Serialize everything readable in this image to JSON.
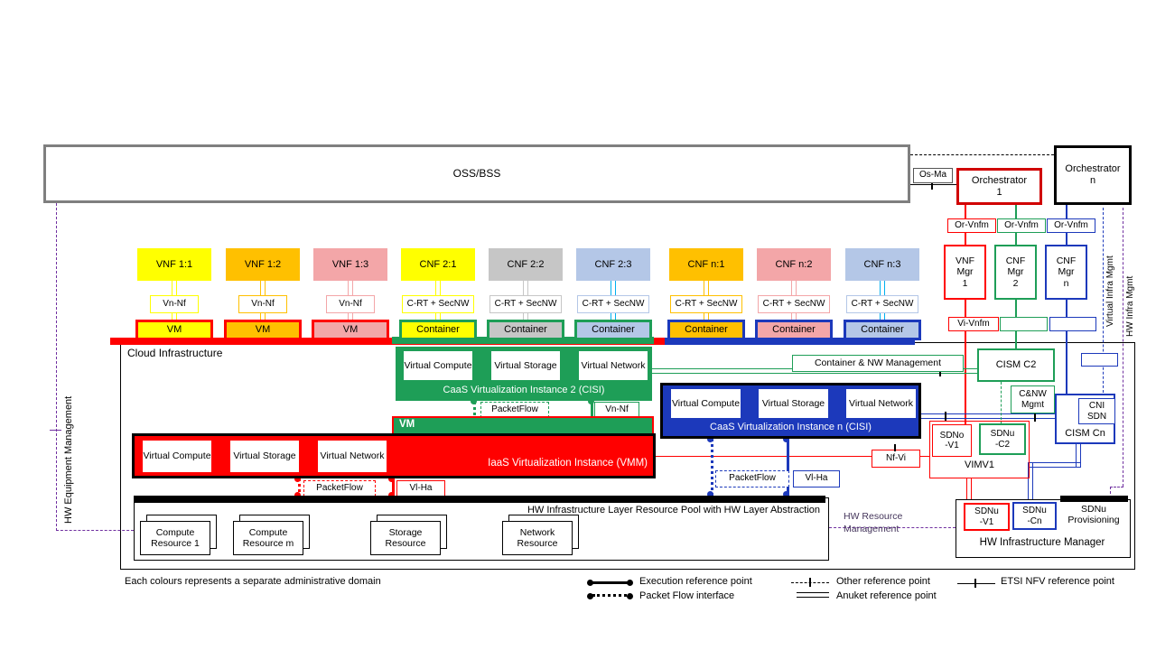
{
  "colors": {
    "red": "#FF0000",
    "orchestrator1_border": "#D00000",
    "green": "#1E9E57",
    "blue": "#1C39BB",
    "cyan": "#00B0F0",
    "purple": "#7030A0",
    "yellow": "#FFFF00",
    "orange": "#FFC000",
    "pink": "#F3A6A8",
    "gray": "#C6C6C6",
    "lightblue": "#B4C7E7",
    "oss_border": "#7F7F7F"
  },
  "top": {
    "oss": "OSS/BSS",
    "os_ma": "Os-Ma",
    "orch1": {
      "l1": "Orchestrator",
      "l2": "1"
    },
    "orchn": {
      "l1": "Orchestrator",
      "l2": "n"
    }
  },
  "or_vnfm": [
    "Or-Vnfm",
    "Or-Vnfm",
    "Or-Vnfm"
  ],
  "managers": [
    {
      "l1": "VNF",
      "l2": "Mgr",
      "l3": "1"
    },
    {
      "l1": "CNF",
      "l2": "Mgr",
      "l3": "2"
    },
    {
      "l1": "CNF",
      "l2": "Mgr",
      "l3": "n"
    }
  ],
  "vi_vnfm": "Vi-Vnfm",
  "rotated": {
    "left": "HW Equipment Management",
    "virtual_infra": "Virtual Infra Mgmt",
    "hw_infra": "HW Infra Mgmt"
  },
  "columns": [
    {
      "nf": "VNF 1:1",
      "ref": "Vn-Nf",
      "unit": "VM"
    },
    {
      "nf": "VNF 1:2",
      "ref": "Vn-Nf",
      "unit": "VM"
    },
    {
      "nf": "VNF 1:3",
      "ref": "Vn-Nf",
      "unit": "VM"
    },
    {
      "nf": "CNF 2:1",
      "ref": "C-RT + SecNW",
      "unit": "Container"
    },
    {
      "nf": "CNF 2:2",
      "ref": "C-RT + SecNW",
      "unit": "Container"
    },
    {
      "nf": "CNF 2:3",
      "ref": "C-RT + SecNW",
      "unit": "Container"
    },
    {
      "nf": "CNF n:1",
      "ref": "C-RT + SecNW",
      "unit": "Container"
    },
    {
      "nf": "CNF n:2",
      "ref": "C-RT + SecNW",
      "unit": "Container"
    },
    {
      "nf": "CNF n:3",
      "ref": "C-RT + SecNW",
      "unit": "Container"
    }
  ],
  "cloud": {
    "title": "Cloud Infrastructure"
  },
  "caas2": {
    "vc": "Virtual Compute",
    "vs": "Virtual Storage",
    "vn": "Virtual Network",
    "label": "CaaS Virtualization Instance 2 (CISI)",
    "packetflow": "PacketFlow",
    "vn_nf": "Vn-Nf"
  },
  "vm_bar": "VM",
  "iaas": {
    "vc": "Virtual Compute",
    "vs": "Virtual Storage",
    "vn": "Virtual Network",
    "label": "IaaS Virtualization Instance (VMM)",
    "packetflow": "PacketFlow",
    "vl_ha": "Vl-Ha"
  },
  "caasn": {
    "vc": "Virtual Compute",
    "vs": "Virtual Storage",
    "vn": "Virtual Network",
    "label": "CaaS Virtualization Instance n (CISI)",
    "packetflow": "PacketFlow",
    "vl_ha": "Vl-Ha"
  },
  "container_nw": "Container & NW Management",
  "nf_vi": "Nf-Vi",
  "right": {
    "cism_c2": "CISM C2",
    "cnw_mgmt": {
      "l1": "C&NW",
      "l2": "Mgmt"
    },
    "cism_cn": "CISM Cn",
    "cni_sdn": {
      "l1": "CNI",
      "l2": "SDN"
    },
    "sdno_v1": {
      "l1": "SDNo",
      "l2": "-V1"
    },
    "sdnu_c2": {
      "l1": "SDNu",
      "l2": "-C2"
    },
    "vim": "VIMV1"
  },
  "hwim": {
    "sdnu_v1": {
      "l1": "SDNu",
      "l2": "-V1"
    },
    "sdnu_cn": {
      "l1": "SDNu",
      "l2": "-Cn"
    },
    "sdnu_prov": {
      "l1": "SDNu",
      "l2": "Provisioning"
    },
    "label": "HW Infrastructure Manager"
  },
  "hw_resource_mgmt": {
    "l1": "HW Resource",
    "l2": "Management"
  },
  "pool": {
    "label": "HW Infrastructure Layer Resource Pool with HW Layer Abstraction",
    "resources": [
      {
        "l1": "Compute",
        "l2": "Resource 1"
      },
      {
        "l1": "Compute",
        "l2": "Resource m"
      },
      {
        "l1": "Storage",
        "l2": "Resource"
      },
      {
        "l1": "Network",
        "l2": "Resource"
      }
    ]
  },
  "legend": {
    "note": "Each colours represents a separate administrative domain",
    "execution": "Execution reference point",
    "packet": "Packet Flow interface",
    "other": "Other reference point",
    "anuket": "Anuket reference point",
    "etsi": "ETSI NFV reference point"
  }
}
